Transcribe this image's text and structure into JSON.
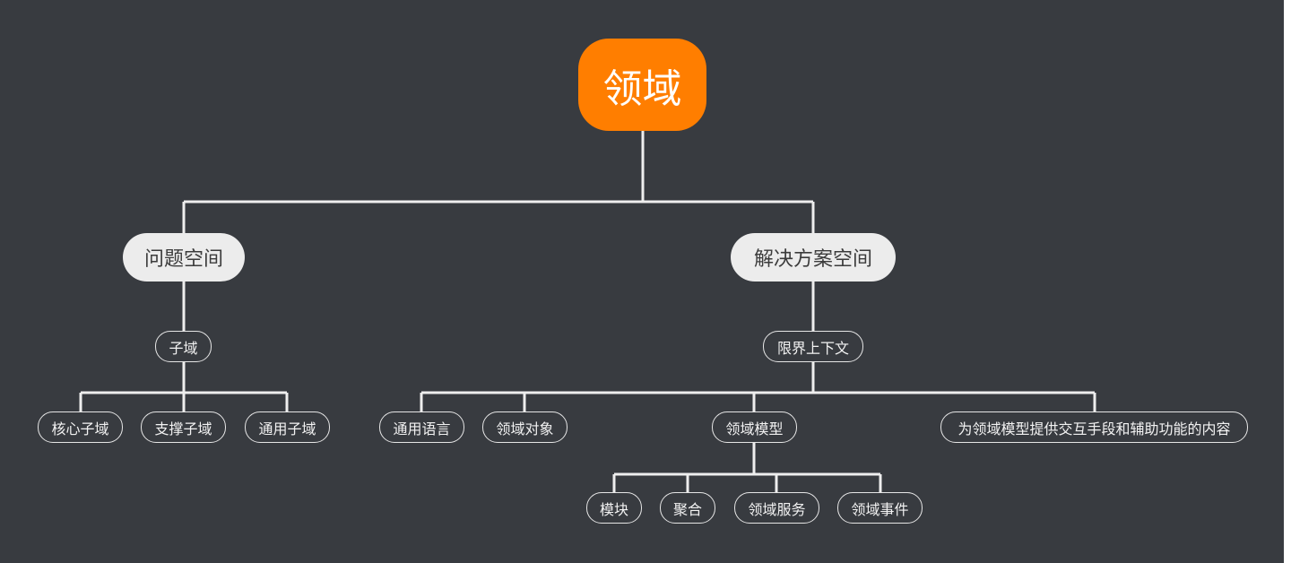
{
  "mindmap": {
    "root": "领域",
    "problem_space": {
      "label": "问题空间",
      "subdomain": "子域",
      "children": [
        "核心子域",
        "支撑子域",
        "通用子域"
      ]
    },
    "solution_space": {
      "label": "解决方案空间",
      "bounded_context": "限界上下文",
      "children": [
        "通用语言",
        "领域对象",
        "领域模型",
        "为领域模型提供交互手段和辅助功能的内容"
      ],
      "domain_model_children": [
        "模块",
        "聚合",
        "领域服务",
        "领域事件"
      ]
    }
  },
  "colors": {
    "background": "#383b40",
    "root_fill": "#ff7e00",
    "main_fill": "#ececec",
    "connector": "#eeeeee"
  }
}
